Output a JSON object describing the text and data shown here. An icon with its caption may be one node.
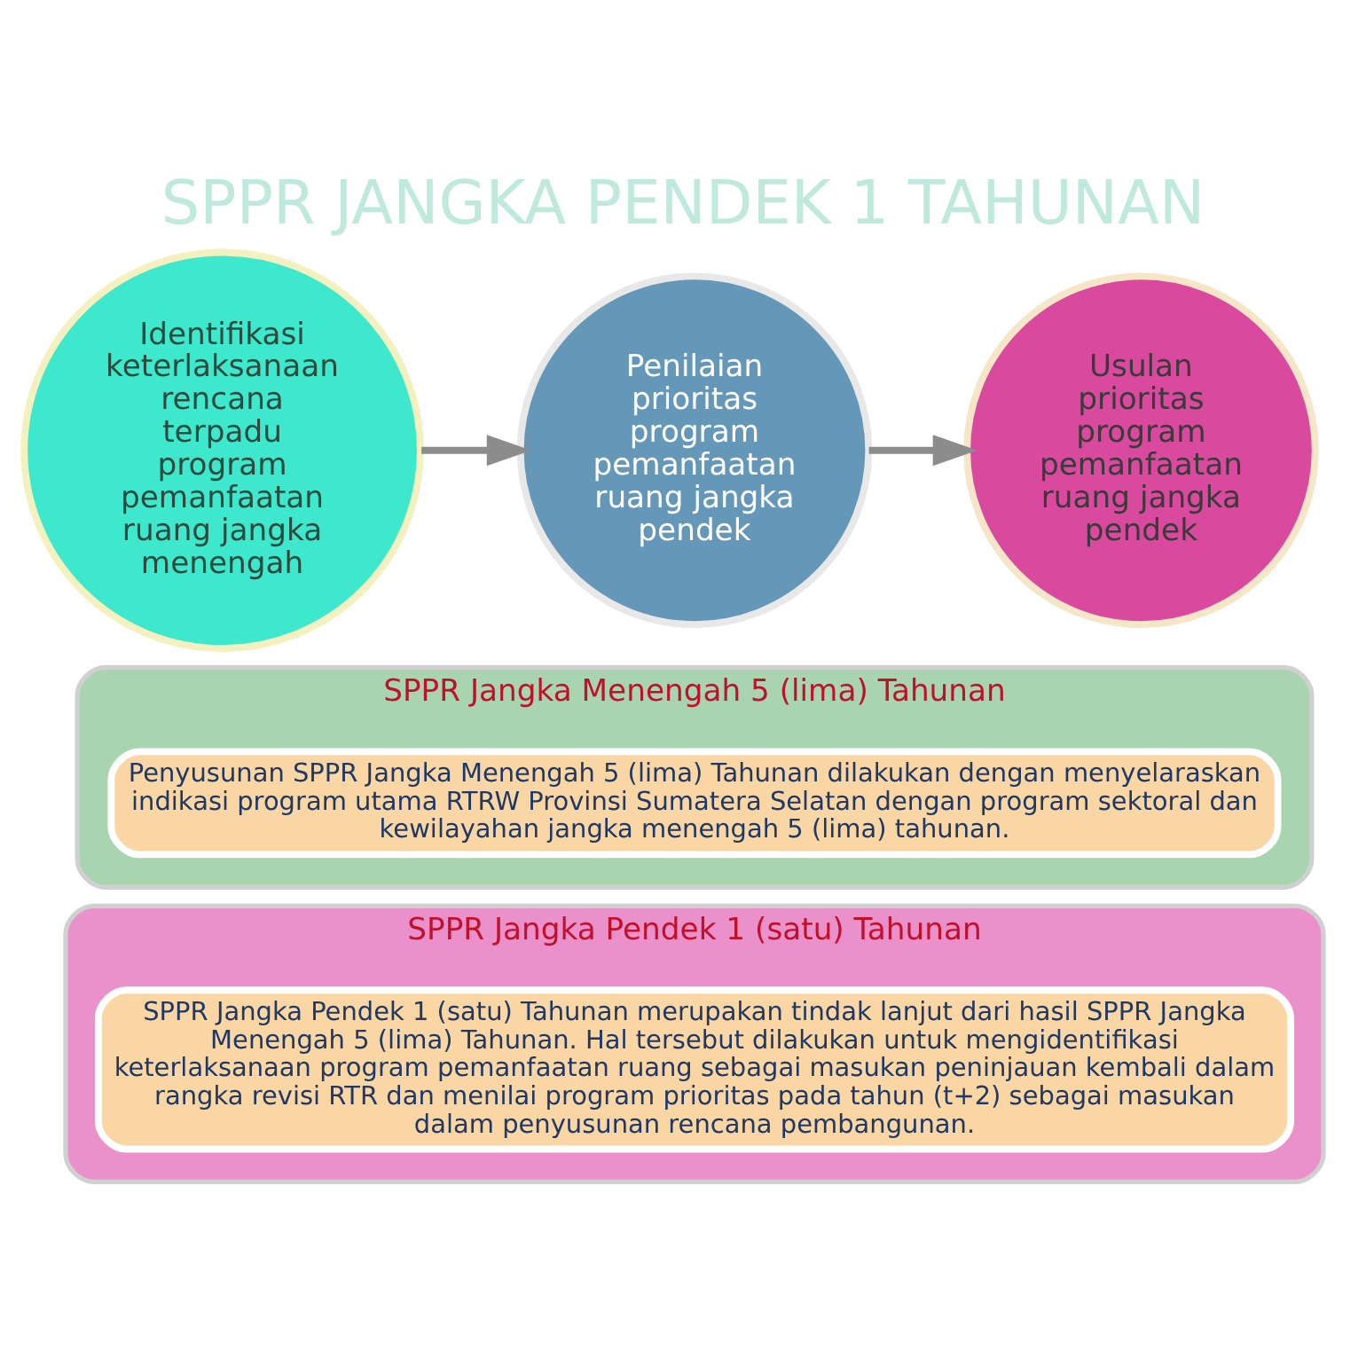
{
  "diagram": {
    "title": "SPPR JANGKA PENDEK 1 TAHUNAN",
    "nodes": [
      {
        "text": [
          "Identifikasi keterlaksanaan rencana terpadu program pemanfaatan ruang jangka menengah"
        ]
      },
      {
        "text": [
          "Penilaian prioritas program pemanfaatan ruang jangka pendek"
        ]
      },
      {
        "text": [
          "Usulan prioritas program pemanfaatan ruang jangka pendek"
        ]
      },
      {
        "text": [
          "SPPR Jangka Menengah 5 (lima) Tahunan"
        ]
      },
      {
        "text": [
          "Penyusunan SPPR Jangka Menengah 5 (lima) Tahunan dilakukan dengan menyelaraskan indikasi program utama RTRW Provinsi Sumatera Selatan dengan program sektoral dan kewilayahan jangka menengah 5 (lima) tahunan."
        ],
        "in": 3
      },
      {
        "text": [
          "SPPR Jangka Pendek 1 (satu) Tahunan"
        ]
      },
      {
        "text": [
          "SPPR Jangka Pendek 1 (satu) Tahunan merupakan tindak lanjut dari hasil SPPR Jangka Menengah 5 (lima) Tahunan. Hal tersebut dilakukan untuk mengidentifikasi keterlaksanaan program pemanfaatan ruang sebagai masukan peninjauan kembali dalam rangka revisi RTR dan menilai program prioritas pada tahun (t+2) sebagai masukan dalam penyusunan rencana pembangunan."
        ],
        "in": 5
      }
    ],
    "edges": [
      {
        "from": 0,
        "to": 1,
        "arrow": "to"
      },
      {
        "from": 1,
        "to": 2,
        "arrow": "to"
      }
    ]
  }
}
